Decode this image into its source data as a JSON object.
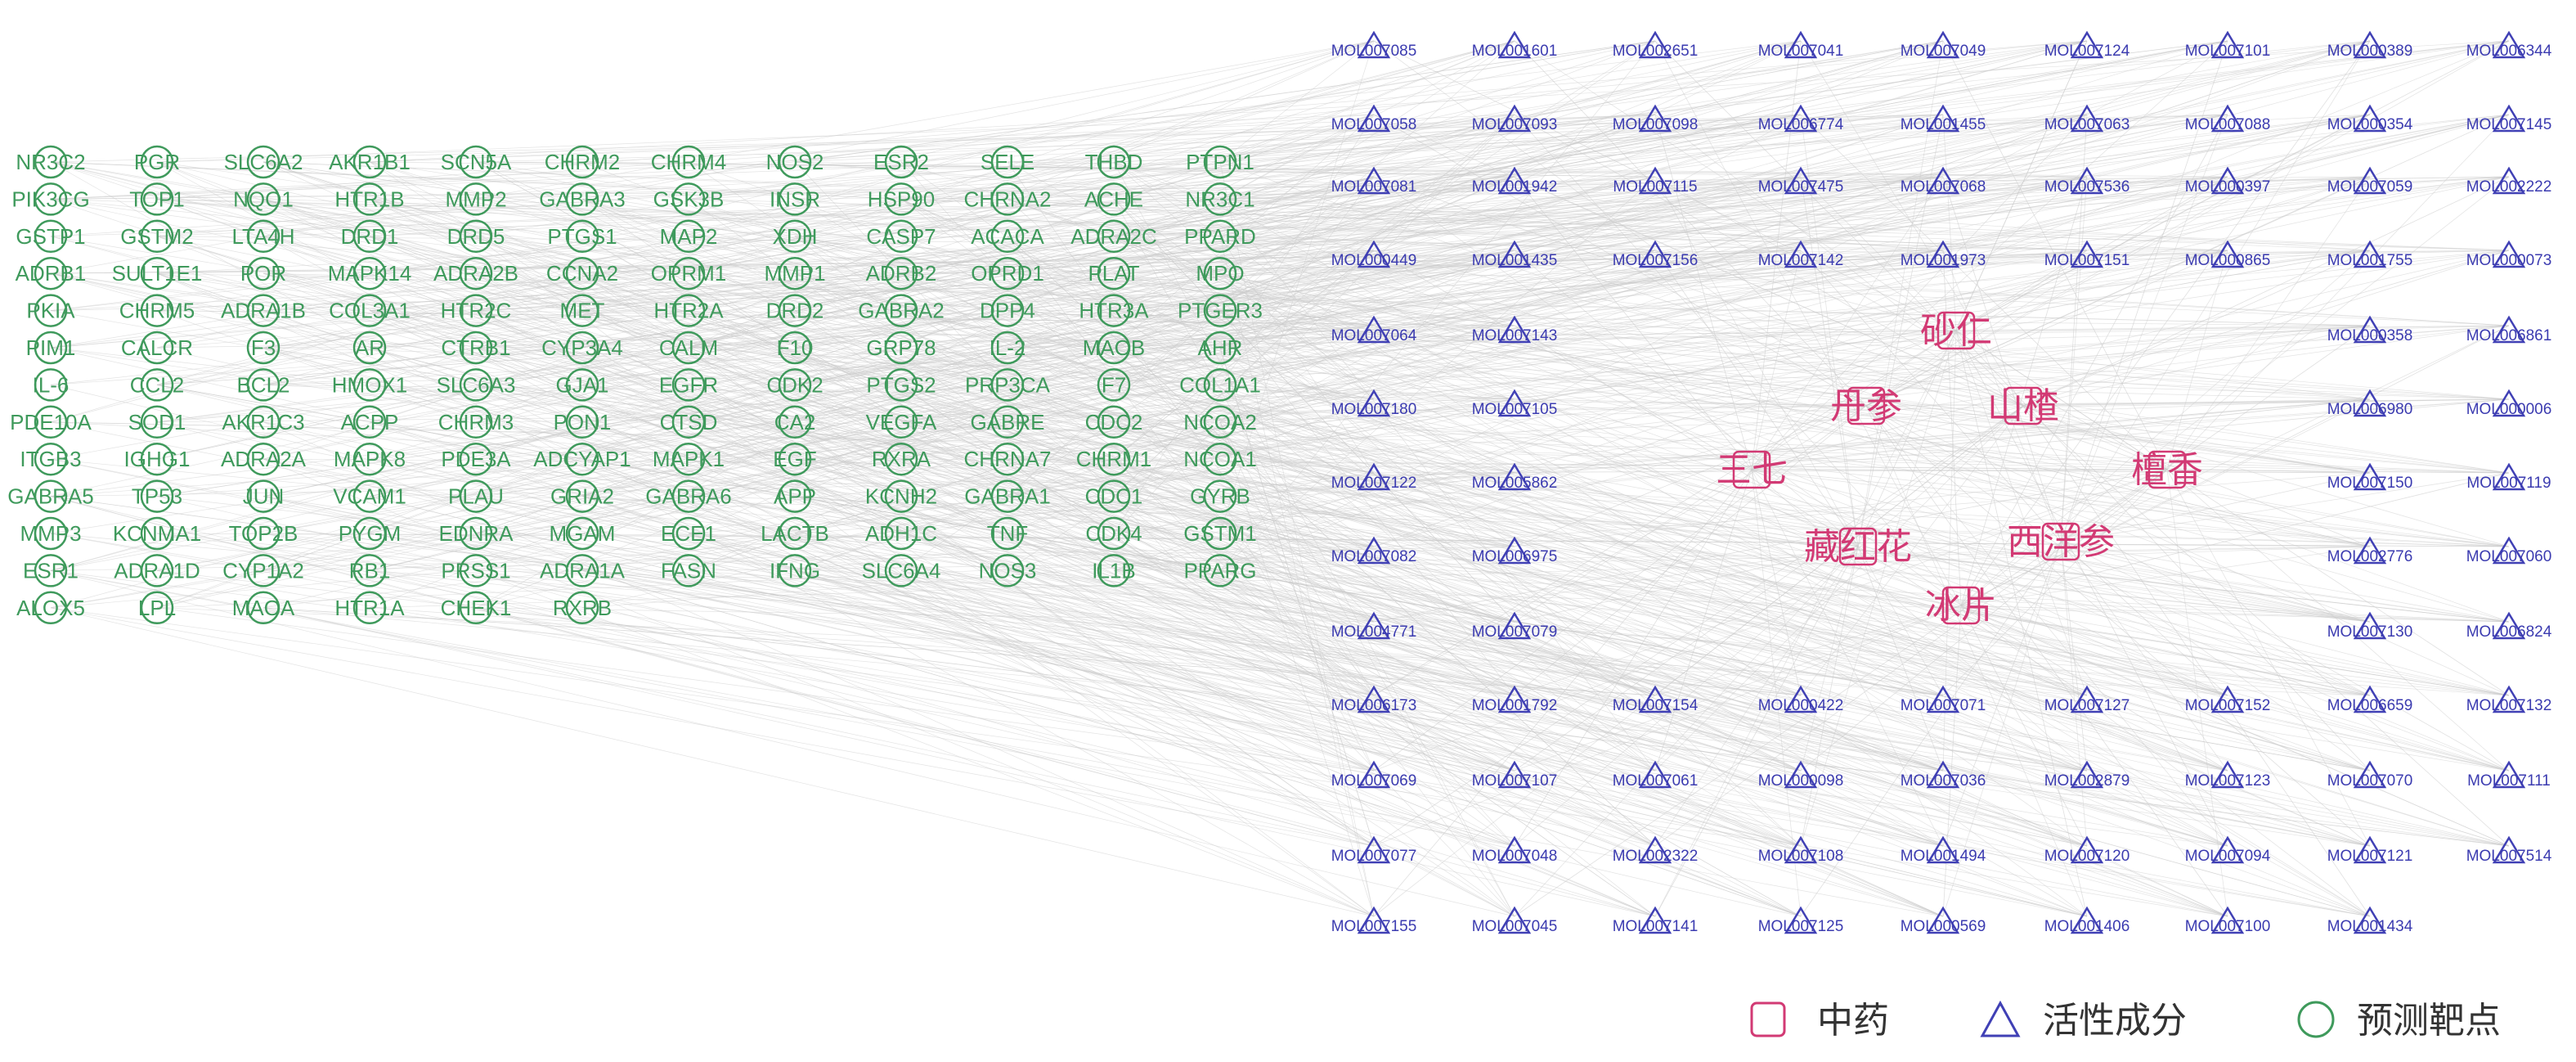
{
  "colors": {
    "herb": "#d23a74",
    "compound": "#4040b5",
    "target": "#3f9a5c",
    "edge": "#cccccc"
  },
  "herbs": [
    "砂仁",
    "丹参",
    "山楂",
    "三七",
    "檀香",
    "藏红花",
    "西洋参",
    "冰片"
  ],
  "compound_rows": [
    [
      "MOL007085",
      "MOL001601",
      "MOL002651",
      "MOL007041",
      "MOL007049",
      "MOL007124",
      "MOL007101",
      "MOL000389",
      "MOL006344"
    ],
    [
      "MOL007058",
      "MOL007093",
      "MOL007098",
      "MOL006774",
      "MOL001455",
      "MOL007063",
      "MOL007088",
      "MOL000354",
      "MOL007145"
    ],
    [
      "MOL007081",
      "MOL001942",
      "MOL007115",
      "MOL007475",
      "MOL007068",
      "MOL007536",
      "MOL000397",
      "MOL007059",
      "MOL002222"
    ],
    [
      "MOL000449",
      "MOL001435",
      "MOL007156",
      "MOL007142",
      "MOL001973",
      "MOL007151",
      "MOL000865",
      "MOL001755",
      "MOL000073"
    ],
    [
      "MOL007064",
      "MOL007143",
      "MOL000358",
      "MOL006861"
    ],
    [
      "MOL007180",
      "MOL007105",
      "MOL006980",
      "MOL000006"
    ],
    [
      "MOL007122",
      "MOL005862",
      "MOL007150",
      "MOL007119"
    ],
    [
      "MOL007082",
      "MOL006975",
      "MOL002776",
      "MOL007060"
    ],
    [
      "MOL004771",
      "MOL007079",
      "MOL007130",
      "MOL006824"
    ],
    [
      "MOL006173",
      "MOL001792",
      "MOL007154",
      "MOL000422",
      "MOL007071",
      "MOL007127",
      "MOL007152",
      "MOL006659",
      "MOL007132"
    ],
    [
      "MOL007069",
      "MOL007107",
      "MOL007061",
      "MOL000098",
      "MOL007036",
      "MOL002879",
      "MOL007123",
      "MOL007070",
      "MOL007111"
    ],
    [
      "MOL007077",
      "MOL007048",
      "MOL002322",
      "MOL007108",
      "MOL001494",
      "MOL007120",
      "MOL007094",
      "MOL007121",
      "MOL007514"
    ],
    [
      "MOL007155",
      "MOL007045",
      "MOL007141",
      "MOL007125",
      "MOL000569",
      "MOL001406",
      "MOL007100",
      "MOL001434"
    ]
  ],
  "target_rows": [
    [
      "NR3C2",
      "PGR",
      "SLC6A2",
      "AKR1B1",
      "SCN5A",
      "CHRM2",
      "CHRM4",
      "NOS2",
      "ESR2",
      "SELE",
      "THBD",
      "PTPN1"
    ],
    [
      "PIK3CG",
      "TOP1",
      "NQO1",
      "HTR1B",
      "MMP2",
      "GABRA3",
      "GSK3B",
      "INSR",
      "HSP90",
      "CHRNA2",
      "ACHE",
      "NR3C1"
    ],
    [
      "GSTP1",
      "GSTM2",
      "LTA4H",
      "DRD1",
      "DRD5",
      "PTGS1",
      "MAP2",
      "XDH",
      "CASP7",
      "ACACA",
      "ADRA2C",
      "PPARD"
    ],
    [
      "ADRB1",
      "SULT1E1",
      "POR",
      "MAPK14",
      "ADRA2B",
      "CCNA2",
      "OPRM1",
      "MMP1",
      "ADRB2",
      "OPRD1",
      "PLAT",
      "MPO"
    ],
    [
      "PKIA",
      "CHRM5",
      "ADRA1B",
      "COL3A1",
      "HTR2C",
      "MET",
      "HTR2A",
      "DRD2",
      "GABRA2",
      "DPP4",
      "HTR3A",
      "PTGER3"
    ],
    [
      "PIM1",
      "CALCR",
      "F3",
      "AR",
      "CTRB1",
      "CYP3A4",
      "CALM",
      "F10",
      "GRP78",
      "IL-2",
      "MAOB",
      "AHR"
    ],
    [
      "IL-6",
      "CCL2",
      "BCL2",
      "HMOX1",
      "SLC6A3",
      "GJA1",
      "EGFR",
      "CDK2",
      "PTGS2",
      "PRP3CA",
      "F7",
      "COL1A1"
    ],
    [
      "PDE10A",
      "SOD1",
      "AKR1C3",
      "ACPP",
      "CHRM3",
      "PON1",
      "CTSD",
      "CA2",
      "VEGFA",
      "GABRE",
      "CDC2",
      "NCOA2"
    ],
    [
      "ITGB3",
      "IGHG1",
      "ADRA2A",
      "MAPK8",
      "PDE3A",
      "ADCYAP1",
      "MAPK1",
      "EGF",
      "RXRA",
      "CHRNA7",
      "CHRM1",
      "NCOA1"
    ],
    [
      "GABRA5",
      "TP53",
      "JUN",
      "VCAM1",
      "PLAU",
      "GRIA2",
      "GABRA6",
      "APP",
      "KCNH2",
      "GABRA1",
      "CDC1",
      "GYRB"
    ],
    [
      "MMP3",
      "KCNMA1",
      "TOP2B",
      "PYGM",
      "EDNRA",
      "MGAM",
      "ECE1",
      "LACTB",
      "ADH1C",
      "TNF",
      "CDK4",
      "GSTM1"
    ],
    [
      "ESR1",
      "ADRA1D",
      "CYP1A2",
      "RB1",
      "PRSS1",
      "ADRA1A",
      "FASN",
      "IFNG",
      "SLC6A4",
      "NOS3",
      "IL1B",
      "PPARG"
    ],
    [
      "ALOX5",
      "LPL",
      "MAOA",
      "HTR1A",
      "CHEK1",
      "RXRB"
    ]
  ],
  "legend": {
    "herb": "中药",
    "compound": "活性成分",
    "target": "预测靶点"
  }
}
